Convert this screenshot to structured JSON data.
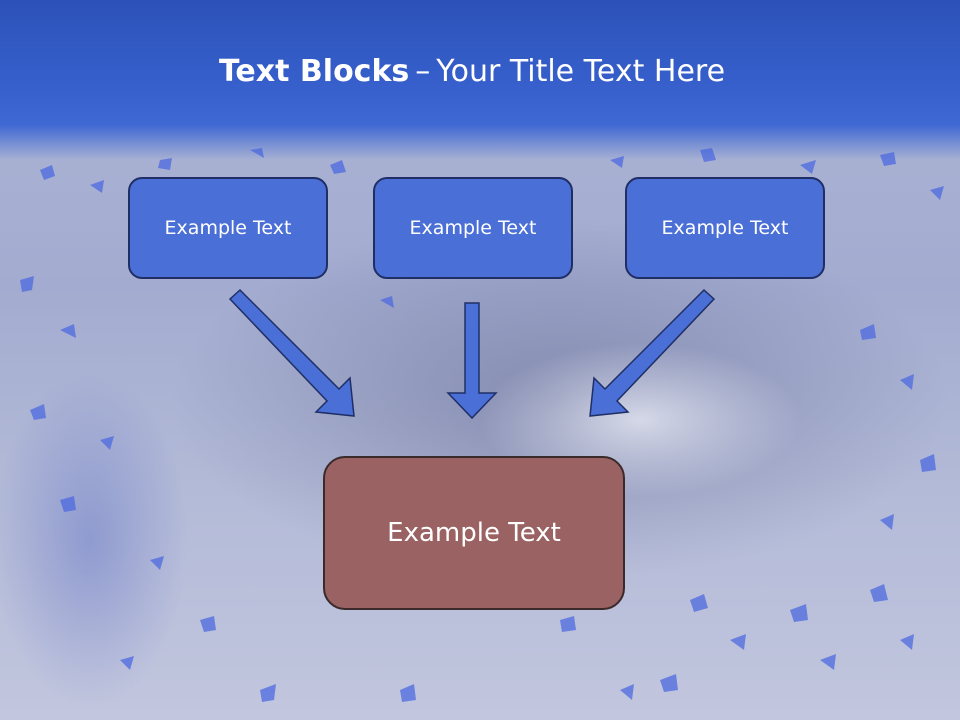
{
  "title": {
    "bold": "Text Blocks",
    "separator": "–",
    "rest": "Your Title Text Here"
  },
  "boxes": [
    {
      "label": "Example Text"
    },
    {
      "label": "Example Text"
    },
    {
      "label": "Example Text"
    }
  ],
  "target": {
    "label": "Example Text"
  },
  "colors": {
    "header": "#3760cd",
    "box_fill": "#4a6fd6",
    "box_border": "#1f2f66",
    "target_fill": "#9a6262",
    "arrow_fill": "#4a6fd6"
  }
}
